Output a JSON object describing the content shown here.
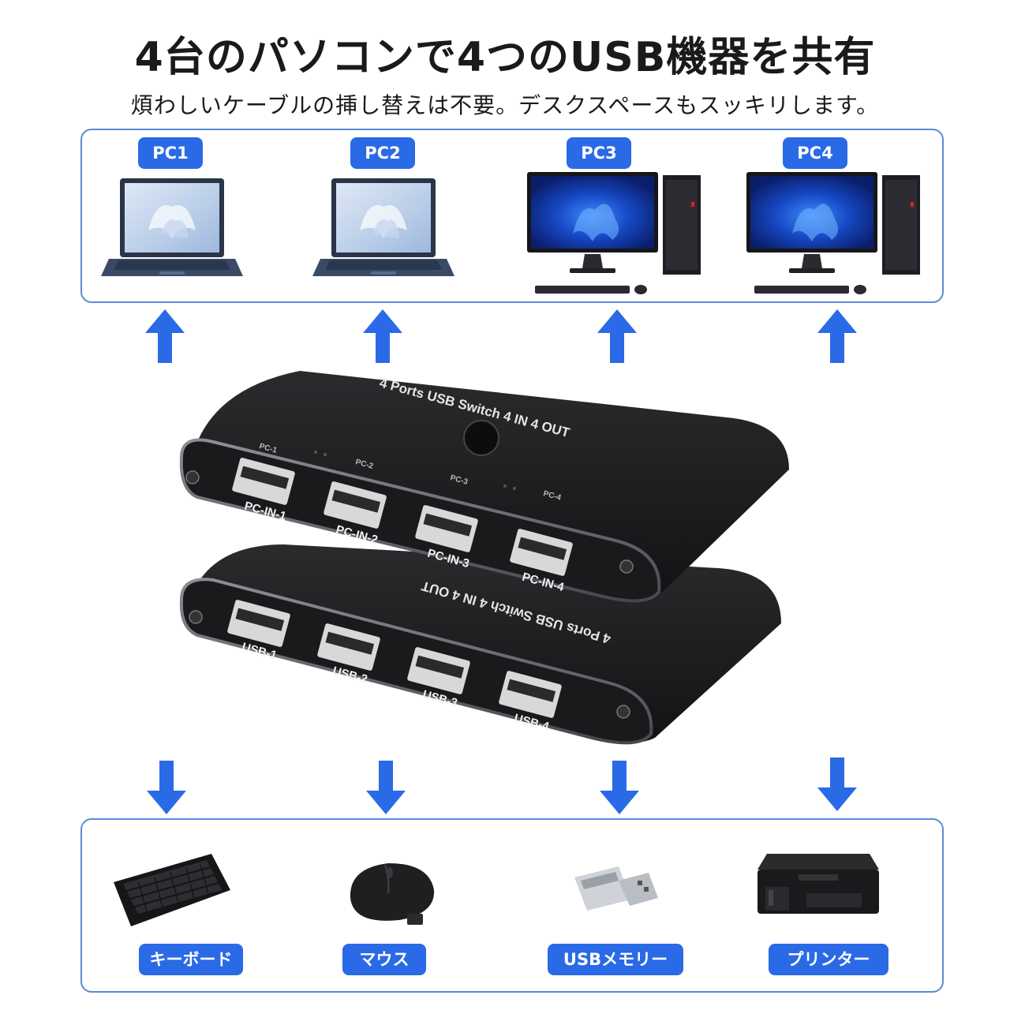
{
  "header": {
    "title": "4台のパソコンで4つのUSB機器を共有",
    "subtitle": "煩わしいケーブルの挿し替えは不要。デスクスペースもスッキリします。"
  },
  "computers": [
    {
      "label": "PC1",
      "kind": "laptop"
    },
    {
      "label": "PC2",
      "kind": "laptop"
    },
    {
      "label": "PC3",
      "kind": "desktop"
    },
    {
      "label": "PC4",
      "kind": "desktop"
    }
  ],
  "switch": {
    "top_unit": {
      "title": "4 Ports USB Switch 4 IN 4 OUT",
      "leds": [
        "PC-1",
        "PC-2",
        "PC-3",
        "PC-4"
      ],
      "ports": [
        "PC-IN-1",
        "PC-IN-2",
        "PC-IN-3",
        "PC-IN-4"
      ]
    },
    "bottom_unit": {
      "title": "4 Ports USB Switch 4 IN 4 OUT",
      "ports": [
        "USB-1",
        "USB-2",
        "USB-3",
        "USB-4"
      ]
    }
  },
  "devices": [
    {
      "label": "キーボード",
      "icon": "keyboard-icon"
    },
    {
      "label": "マウス",
      "icon": "mouse-icon"
    },
    {
      "label": "USBメモリー",
      "icon": "usb-drive-icon"
    },
    {
      "label": "プリンター",
      "icon": "printer-icon"
    }
  ],
  "colors": {
    "accent": "#2a6ae6",
    "panel_border": "#5b8bd8",
    "arrow": "#2a6ae6",
    "switch_body": "#1c1c1e"
  }
}
